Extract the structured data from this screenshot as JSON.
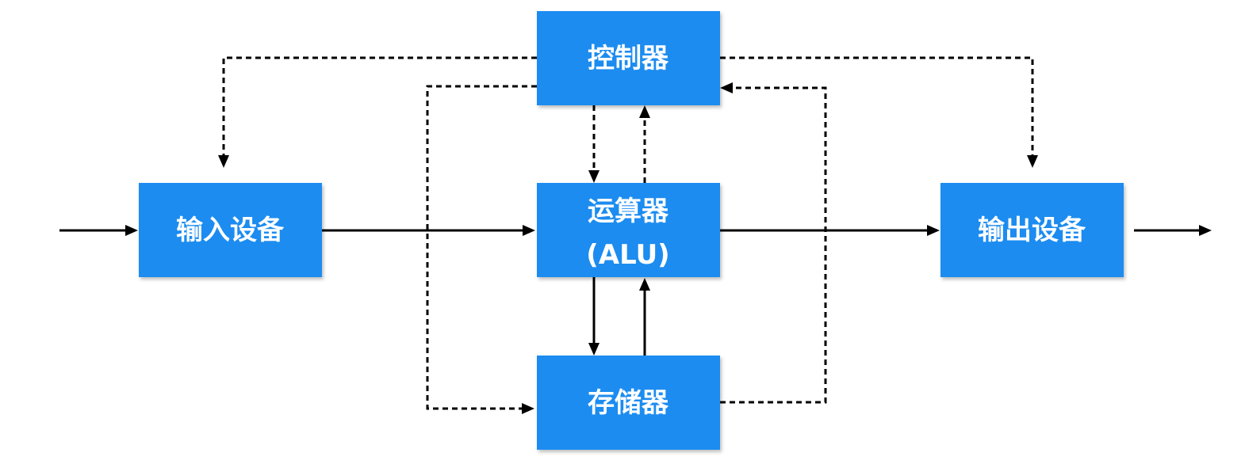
{
  "nodes": {
    "controller": {
      "label": "控制器"
    },
    "input_device": {
      "label": "输入设备"
    },
    "alu": {
      "label_line1": "运算器",
      "label_line2": "(ALU)"
    },
    "output_device": {
      "label": "输出设备"
    },
    "memory": {
      "label": "存储器"
    }
  },
  "colors": {
    "node_fill": "#1a8cf0",
    "node_text": "#ffffff",
    "line": "#000000",
    "background": "#ffffff"
  }
}
